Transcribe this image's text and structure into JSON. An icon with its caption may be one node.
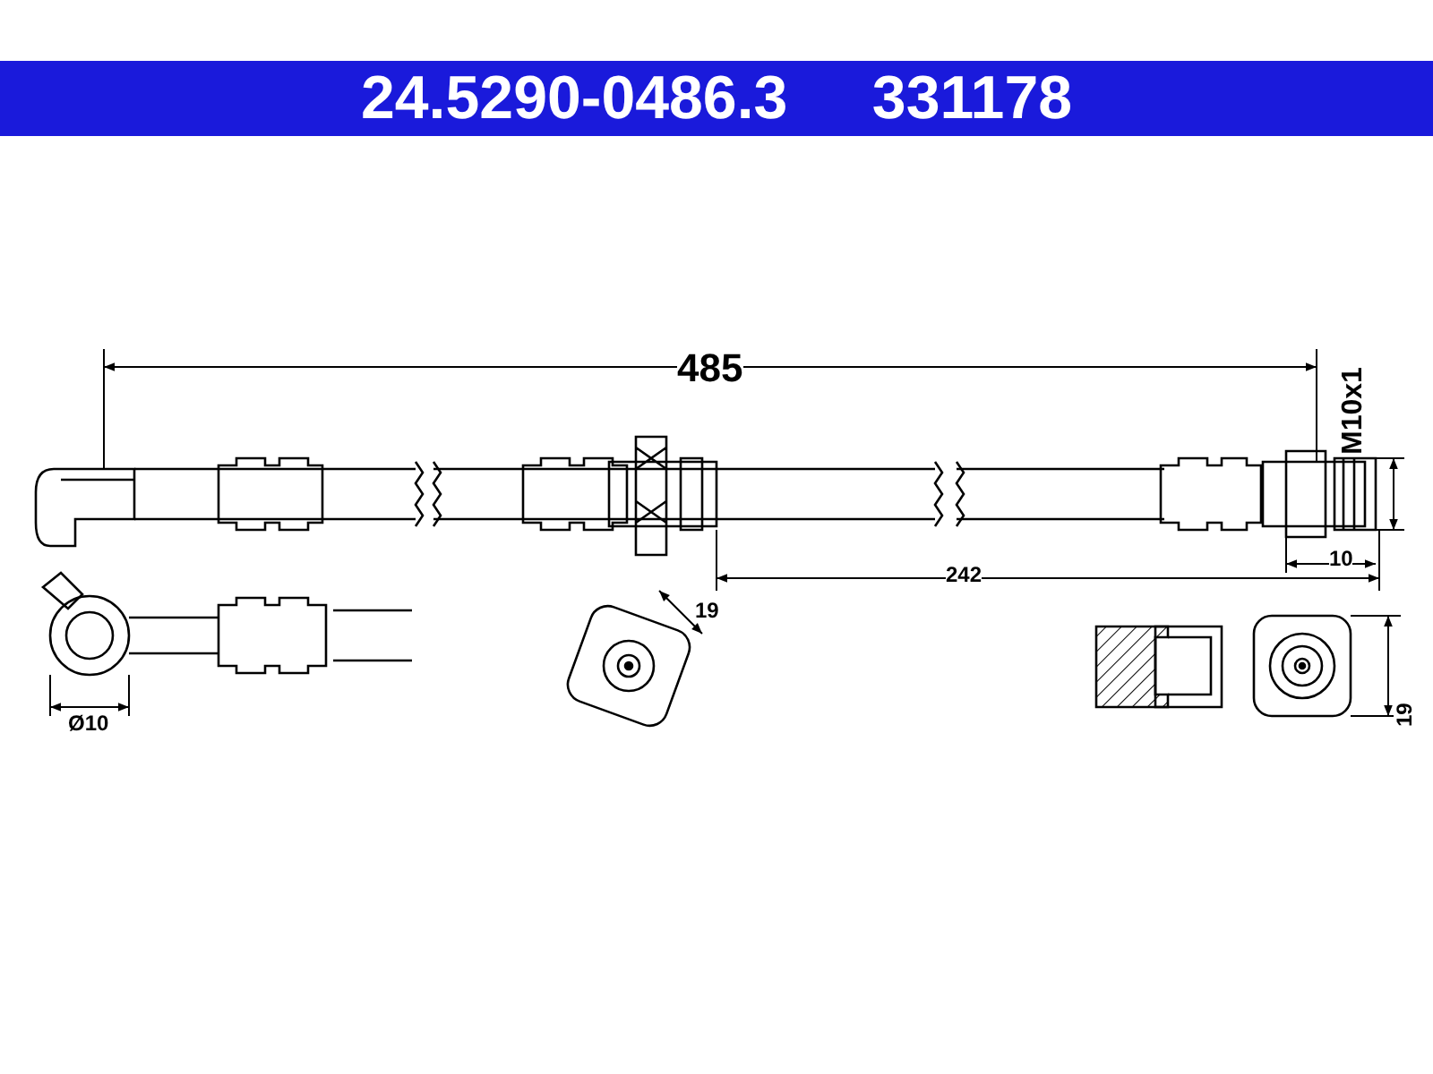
{
  "diagram": {
    "title": "24.5290-0486.3     331178",
    "labels": [
      "485",
      "M10x1",
      "10",
      "242",
      "19",
      "19",
      "Ø10"
    ]
  }
}
